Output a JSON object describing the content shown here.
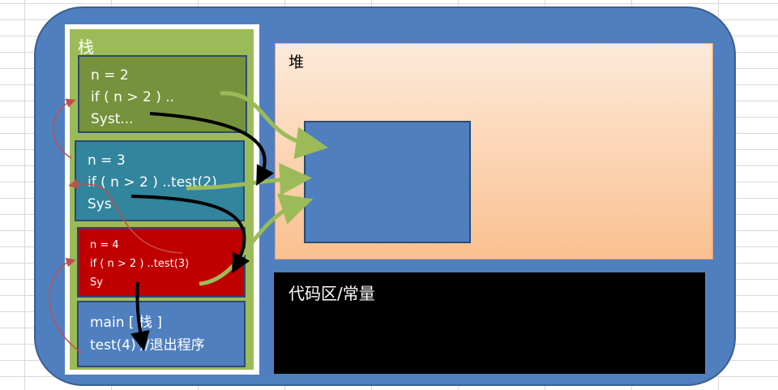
{
  "stack": {
    "label": "栈",
    "frames": [
      {
        "lines": [
          "n  = 2",
          "if ( n > 2 ) ..",
          "Syst..."
        ]
      },
      {
        "lines": [
          "n  = 3",
          "if ( n > 2 ) ..test(2)",
          "Sys"
        ]
      },
      {
        "lines": [
          "n  = 4",
          "if ( n > 2 ) ..test(3)",
          "Sy"
        ]
      },
      {
        "lines": [
          "main [ 栈 ]",
          "test(4) //退出程序"
        ]
      }
    ]
  },
  "heap": {
    "label": "堆"
  },
  "code_area": {
    "label": "代码区/常量"
  },
  "colors": {
    "outer": "#4f7fbf",
    "stack_bg": "#9bbb59",
    "frame_n2": "#76923c",
    "frame_n3": "#31859c",
    "frame_n4": "#c00000",
    "frame_main": "#4f7fbf",
    "heap_top": "#fdeada",
    "heap_bottom": "#fac090",
    "code_area": "#000000",
    "green_arrow": "#9bbb59",
    "black_arrow": "#000000",
    "red_arrow": "#c0504d"
  }
}
